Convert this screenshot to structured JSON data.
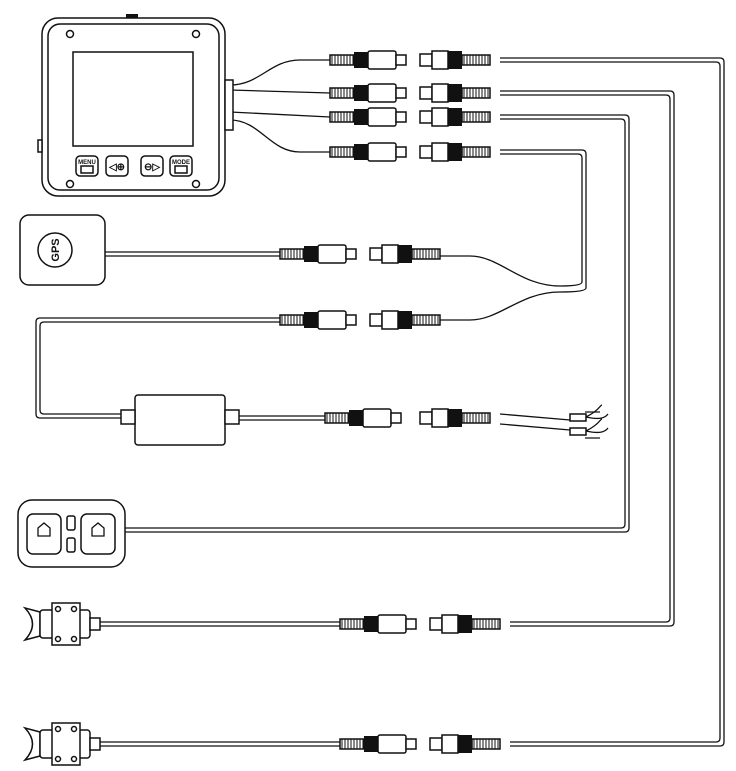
{
  "diagram": {
    "device": {
      "buttons": [
        {
          "label": "MENU",
          "icon": "back-arrow-icon"
        },
        {
          "label": "",
          "icon": "left-plus-icon"
        },
        {
          "label": "",
          "icon": "minus-right-icon"
        },
        {
          "label": "MODE",
          "icon": "camera-icon"
        }
      ]
    },
    "gps_label": "GPS",
    "colors": {
      "line": "#111111",
      "background": "#ffffff"
    }
  }
}
